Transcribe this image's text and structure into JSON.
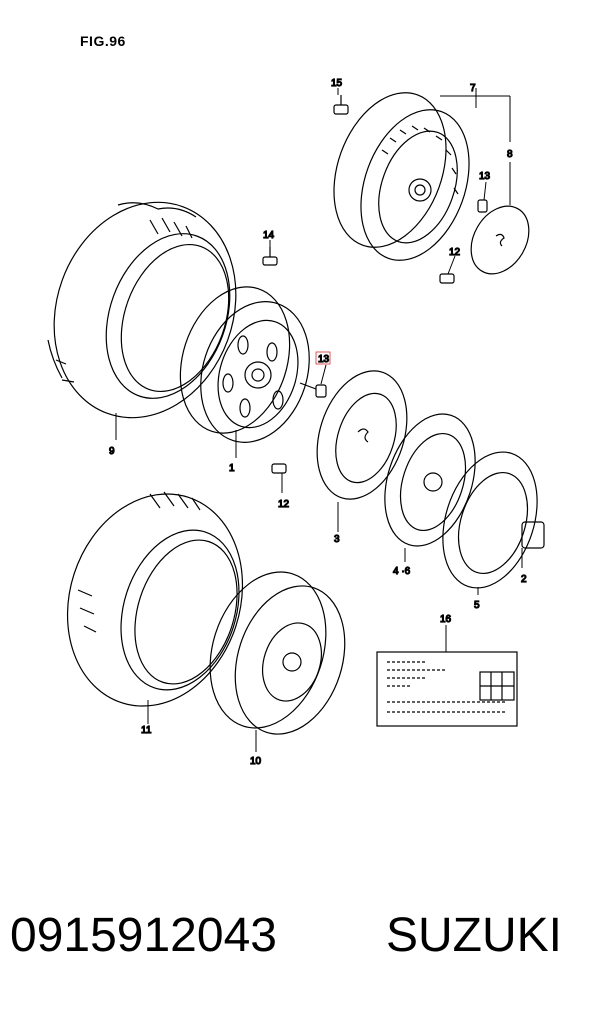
{
  "figure": {
    "title": "FIG.96"
  },
  "callouts": {
    "c1": "1",
    "c2": "2",
    "c3": "3",
    "c46": "4 ·6",
    "c5": "5",
    "c7": "7",
    "c8": "8",
    "c9": "9",
    "c10": "10",
    "c11": "11",
    "c12a": "12",
    "c12b": "12",
    "c13a": "13",
    "c13b": "13",
    "c14": "14",
    "c15": "15",
    "c16": "16"
  },
  "footer": {
    "part_number": "0915912043",
    "brand": "SUZUKI"
  },
  "colors": {
    "line": "#000000",
    "highlight": "#d33333",
    "background": "#ffffff"
  }
}
